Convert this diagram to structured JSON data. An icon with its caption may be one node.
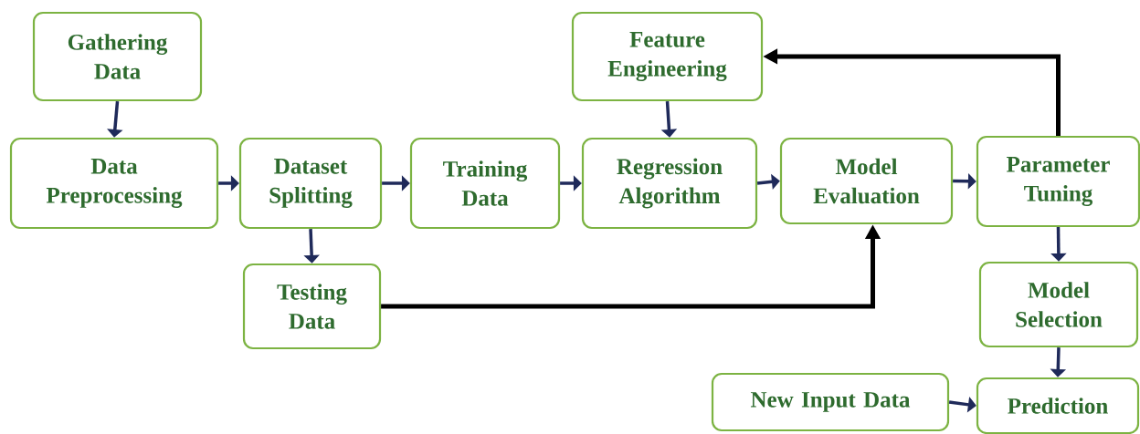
{
  "diagram": {
    "nodes": [
      {
        "text": [
          "Gathering Data"
        ]
      },
      {
        "text": [
          "Data Preprocessing"
        ]
      },
      {
        "text": [
          "Dataset Splitting"
        ]
      },
      {
        "text": [
          "Training Data"
        ]
      },
      {
        "text": [
          "Regression Algorithm"
        ]
      },
      {
        "text": [
          "Feature Engineering"
        ]
      },
      {
        "text": [
          "Model Evaluation"
        ]
      },
      {
        "text": [
          "Parameter Tuning"
        ]
      },
      {
        "text": [
          "Testing Data"
        ]
      },
      {
        "text": [
          "Model Selection"
        ]
      },
      {
        "text": [
          "New Input Data"
        ]
      },
      {
        "text": [
          "Prediction"
        ]
      }
    ],
    "edges": [
      {
        "from": 0,
        "to": 1,
        "arrow": "to"
      },
      {
        "from": 1,
        "to": 2,
        "arrow": "to"
      },
      {
        "from": 2,
        "to": 3,
        "arrow": "to"
      },
      {
        "from": 2,
        "to": 8,
        "arrow": "to"
      },
      {
        "from": 3,
        "to": 4,
        "arrow": "to"
      },
      {
        "from": 5,
        "to": 4,
        "arrow": "to"
      },
      {
        "from": 4,
        "to": 6,
        "arrow": "to"
      },
      {
        "from": 6,
        "to": 7,
        "arrow": "to"
      },
      {
        "from": 7,
        "to": 5,
        "arrow": "to",
        "color": "#000000"
      },
      {
        "from": 8,
        "to": 6,
        "arrow": "to",
        "color": "#000000"
      },
      {
        "from": 7,
        "to": 9,
        "arrow": "to"
      },
      {
        "from": 9,
        "to": 11,
        "arrow": "to"
      },
      {
        "from": 10,
        "to": 11,
        "arrow": "to"
      }
    ]
  }
}
